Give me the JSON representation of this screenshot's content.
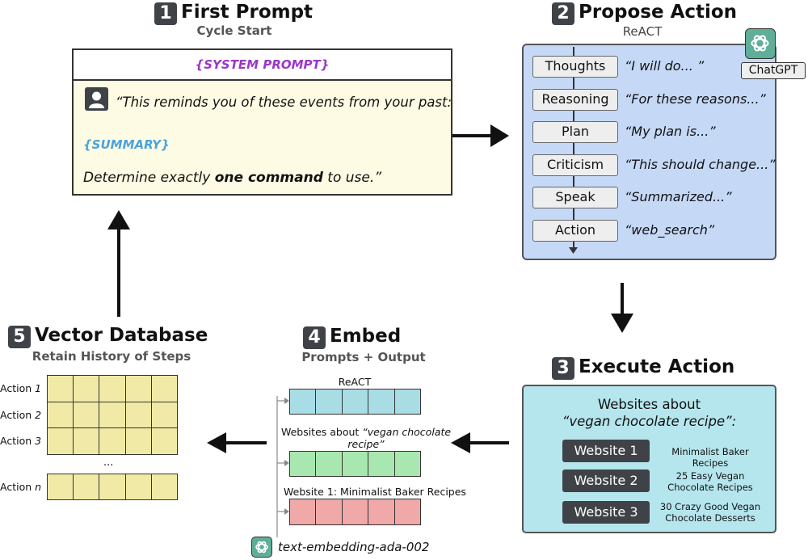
{
  "steps": {
    "s1": {
      "num": "1",
      "title": "First Prompt",
      "subtitle": "Cycle Start"
    },
    "s2": {
      "num": "2",
      "title": "Propose Action",
      "subtitle": "ReACT"
    },
    "s3": {
      "num": "3",
      "title": "Execute Action"
    },
    "s4": {
      "num": "4",
      "title": "Embed",
      "subtitle": "Prompts + Output"
    },
    "s5": {
      "num": "5",
      "title": "Vector Database",
      "subtitle": "Retain History of Steps"
    }
  },
  "prompt": {
    "system": "{SYSTEM PROMPT}",
    "line1": "“This reminds you of these events from your past:",
    "summary": "{SUMMARY}",
    "line2_pre": "Determine exactly ",
    "line2_bold": "one command",
    "line2_post": " to use.”"
  },
  "react": {
    "badge": "ChatGPT",
    "rows": [
      {
        "label": "Thoughts",
        "text": "“I will do... ”"
      },
      {
        "label": "Reasoning",
        "text": "“For these reasons...”"
      },
      {
        "label": "Plan",
        "text": "“My plan is...”"
      },
      {
        "label": "Criticism",
        "text": "“This should change...”"
      },
      {
        "label": "Speak",
        "text": "“Summarized...”"
      },
      {
        "label": "Action",
        "text": "“web_search”"
      }
    ]
  },
  "execute": {
    "heading1": "Websites about",
    "heading2": "“vegan chocolate recipe”:",
    "sites": [
      {
        "label": "Website 1",
        "desc": "Minimalist Baker Recipes"
      },
      {
        "label": "Website 2",
        "desc": "25 Easy Vegan Chocolate Recipes"
      },
      {
        "label": "Website 3",
        "desc": "30 Crazy Good Vegan Chocolate Desserts"
      }
    ]
  },
  "embed": {
    "rows": [
      {
        "label": "ReACT",
        "color": "#a8dde6"
      },
      {
        "label_pre": "Websites about ",
        "label_em": "“vegan chocolate",
        "label2": "recipe”",
        "color": "#a8e8b0"
      },
      {
        "label": "Website 1: Minimalist Baker Recipes",
        "color": "#f0a8a8"
      }
    ],
    "model": "text-embedding-ada-002"
  },
  "database": {
    "labels": [
      "Action",
      "Action",
      "Action",
      "Action"
    ],
    "indices": [
      "1",
      "2",
      "3",
      "n"
    ],
    "ellipsis": "...",
    "color": "#f1eaa6"
  }
}
